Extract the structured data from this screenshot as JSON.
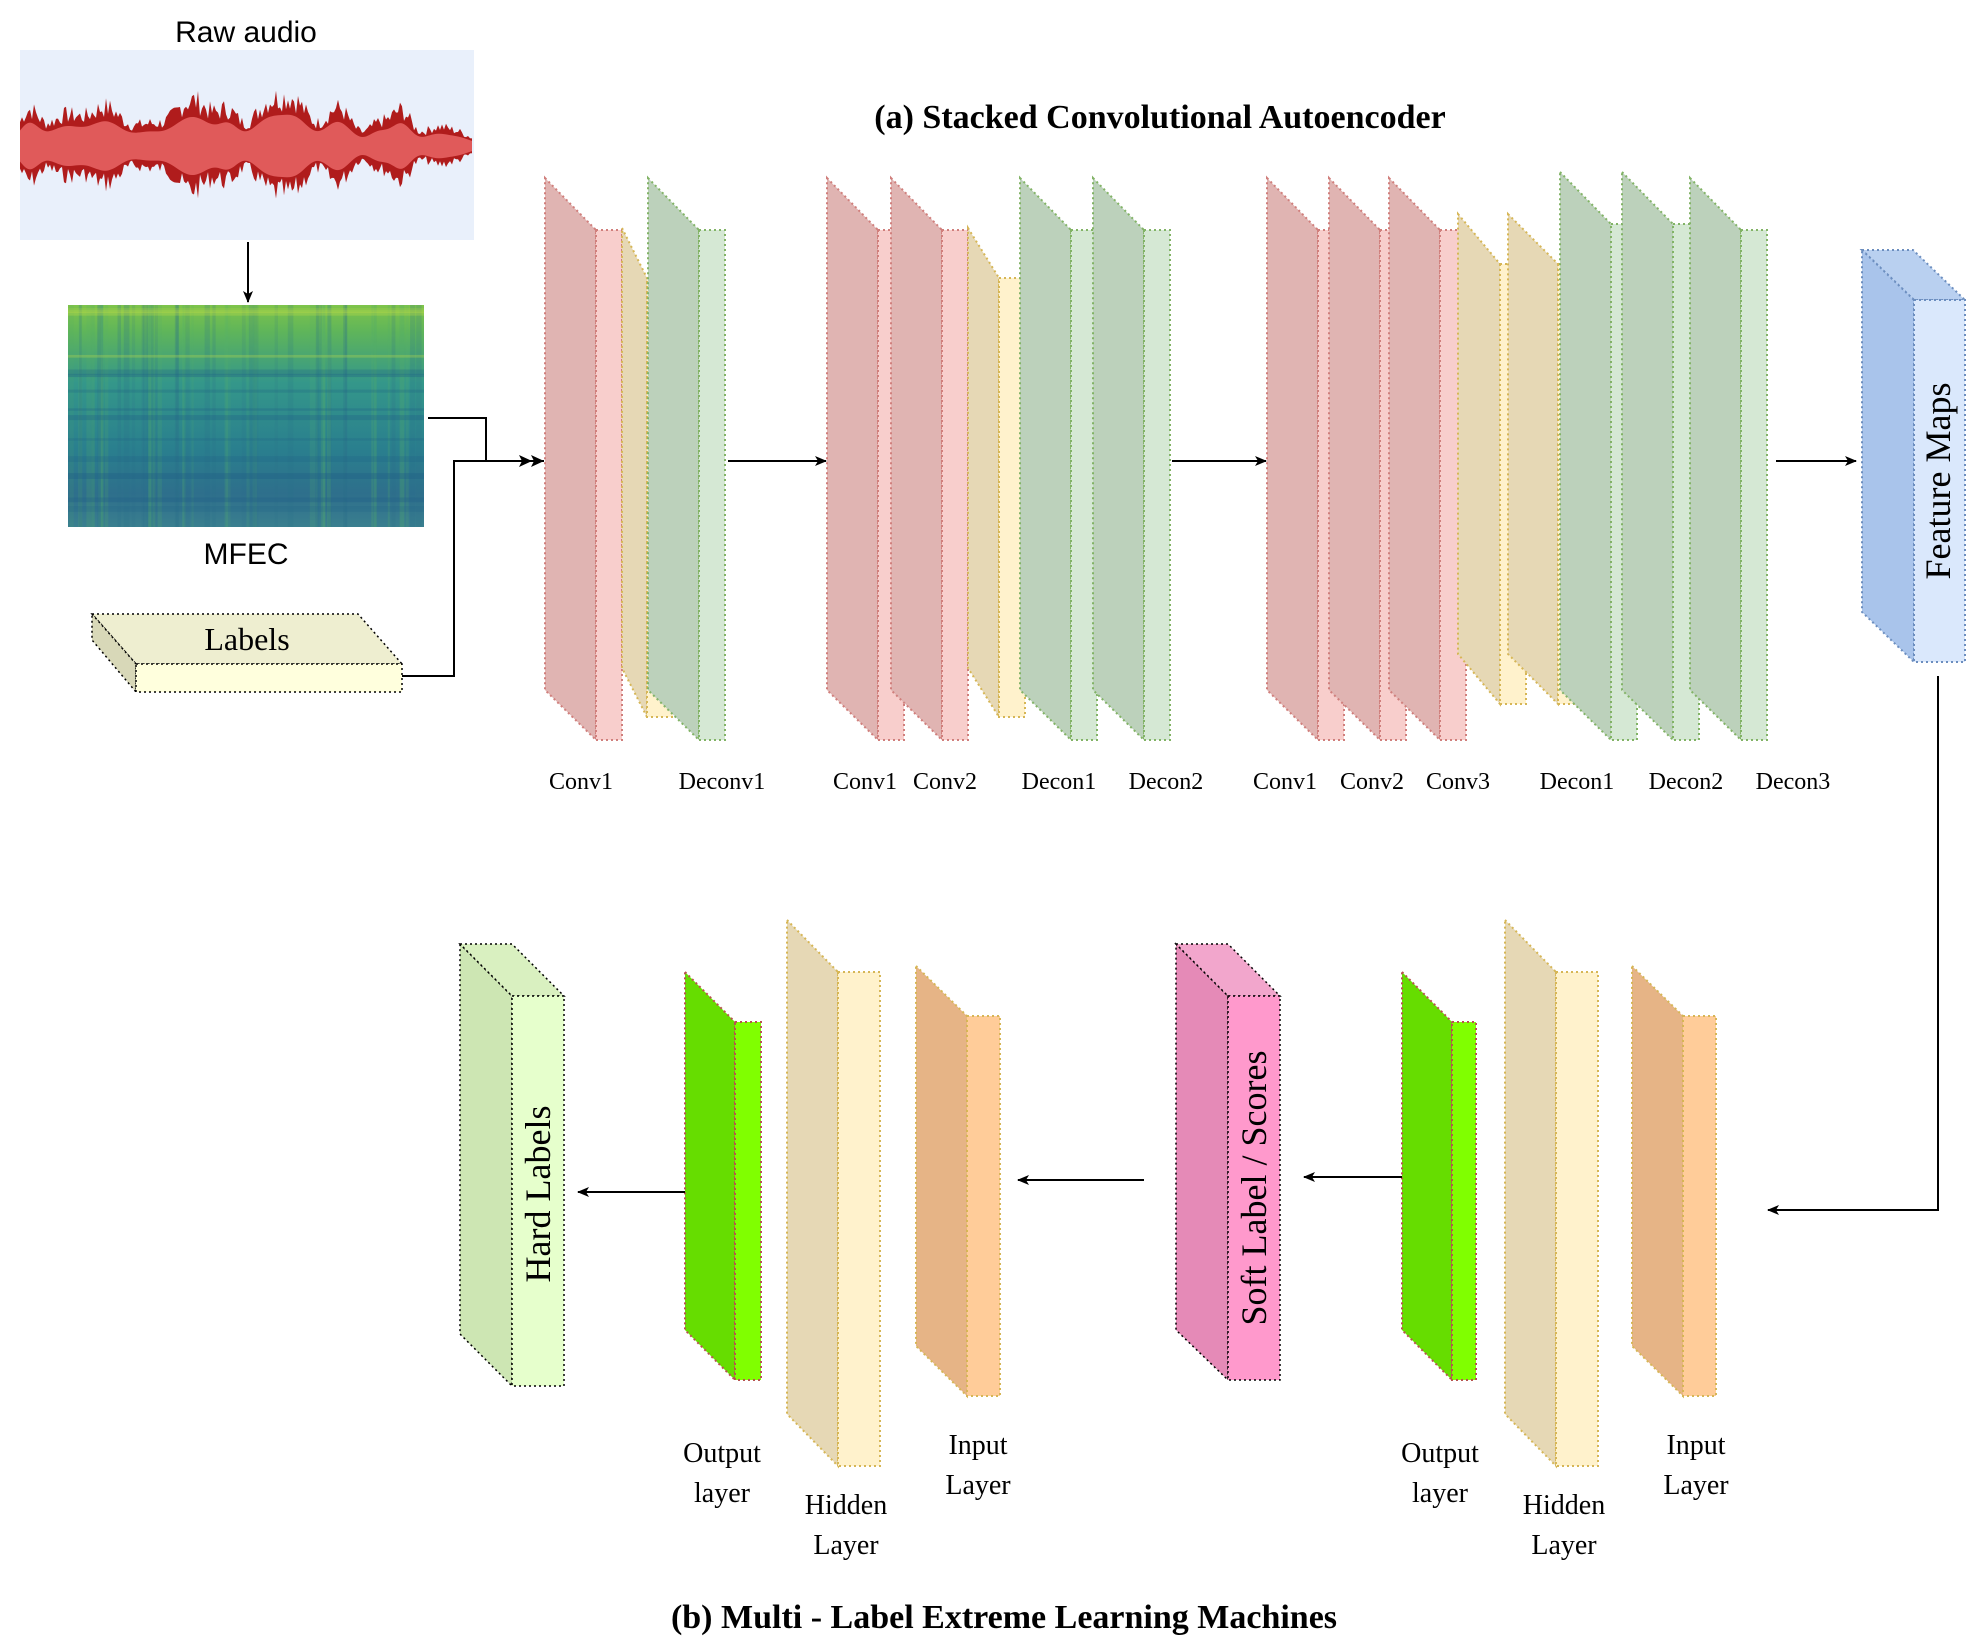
{
  "texts": {
    "raw_audio": "Raw audio",
    "mfec": "MFEC",
    "labels": "Labels",
    "title_a": "(a) Stacked Convolutional Autoencoder",
    "title_b": "(b) Multi - Label Extreme Learning Machines",
    "feature_maps": "Feature Maps",
    "hard_labels": "Hard Labels",
    "soft_label": "Soft Label / Scores",
    "layer_labels": {
      "s1_conv1": "Conv1",
      "s1_deconv1": "Deconv1",
      "s2_conv1": "Conv1",
      "s2_conv2": "Conv2",
      "s2_decon1": "Decon1",
      "s2_decon2": "Decon2",
      "s3_conv1": "Conv1",
      "s3_conv2": "Conv2",
      "s3_conv3": "Conv3",
      "s3_decon1": "Decon1",
      "s3_decon2": "Decon2",
      "s3_decon3": "Decon3"
    },
    "elm_labels": {
      "elm1_output": [
        "Output",
        "layer"
      ],
      "elm1_hidden": [
        "Hidden",
        "Layer"
      ],
      "elm1_input": [
        "Input",
        "Layer"
      ],
      "elm2_output": [
        "Output",
        "layer"
      ],
      "elm2_hidden": [
        "Hidden",
        "Layer"
      ],
      "elm2_input": [
        "Input",
        "Layer"
      ]
    }
  },
  "colors": {
    "conv_front": "#f8cecc",
    "conv_side": "#e0b4b2",
    "conv_stroke": "#d07f7c",
    "pool_front": "#fff2cc",
    "pool_side": "#e6d8b5",
    "pool_stroke": "#d6b656",
    "deconv_front": "#d5e8d4",
    "deconv_side": "#bcd1bb",
    "deconv_stroke": "#82b366",
    "feature_front": "#dae8fc",
    "feature_side": "#a9c4eb",
    "feature_stroke": "#6c8ebf",
    "output_front": "#80ff00",
    "output_side": "#66dd00",
    "hidden_front": "#fff2cc",
    "hidden_side": "#e6d8b5",
    "input_front": "#ffcc99",
    "input_side": "#e6b486",
    "soft_front": "#ff99cc",
    "soft_side": "#e58ab7",
    "hard_front": "#e6ffcc",
    "hard_side": "#cde6b3",
    "labels_front": "#ffffdd",
    "labels_top": "#eeeed0",
    "audio_bg": "#e9f0fb",
    "waveform_light": "#e05a5a",
    "waveform_dark": "#b01c1c",
    "arrow": "#000000"
  }
}
